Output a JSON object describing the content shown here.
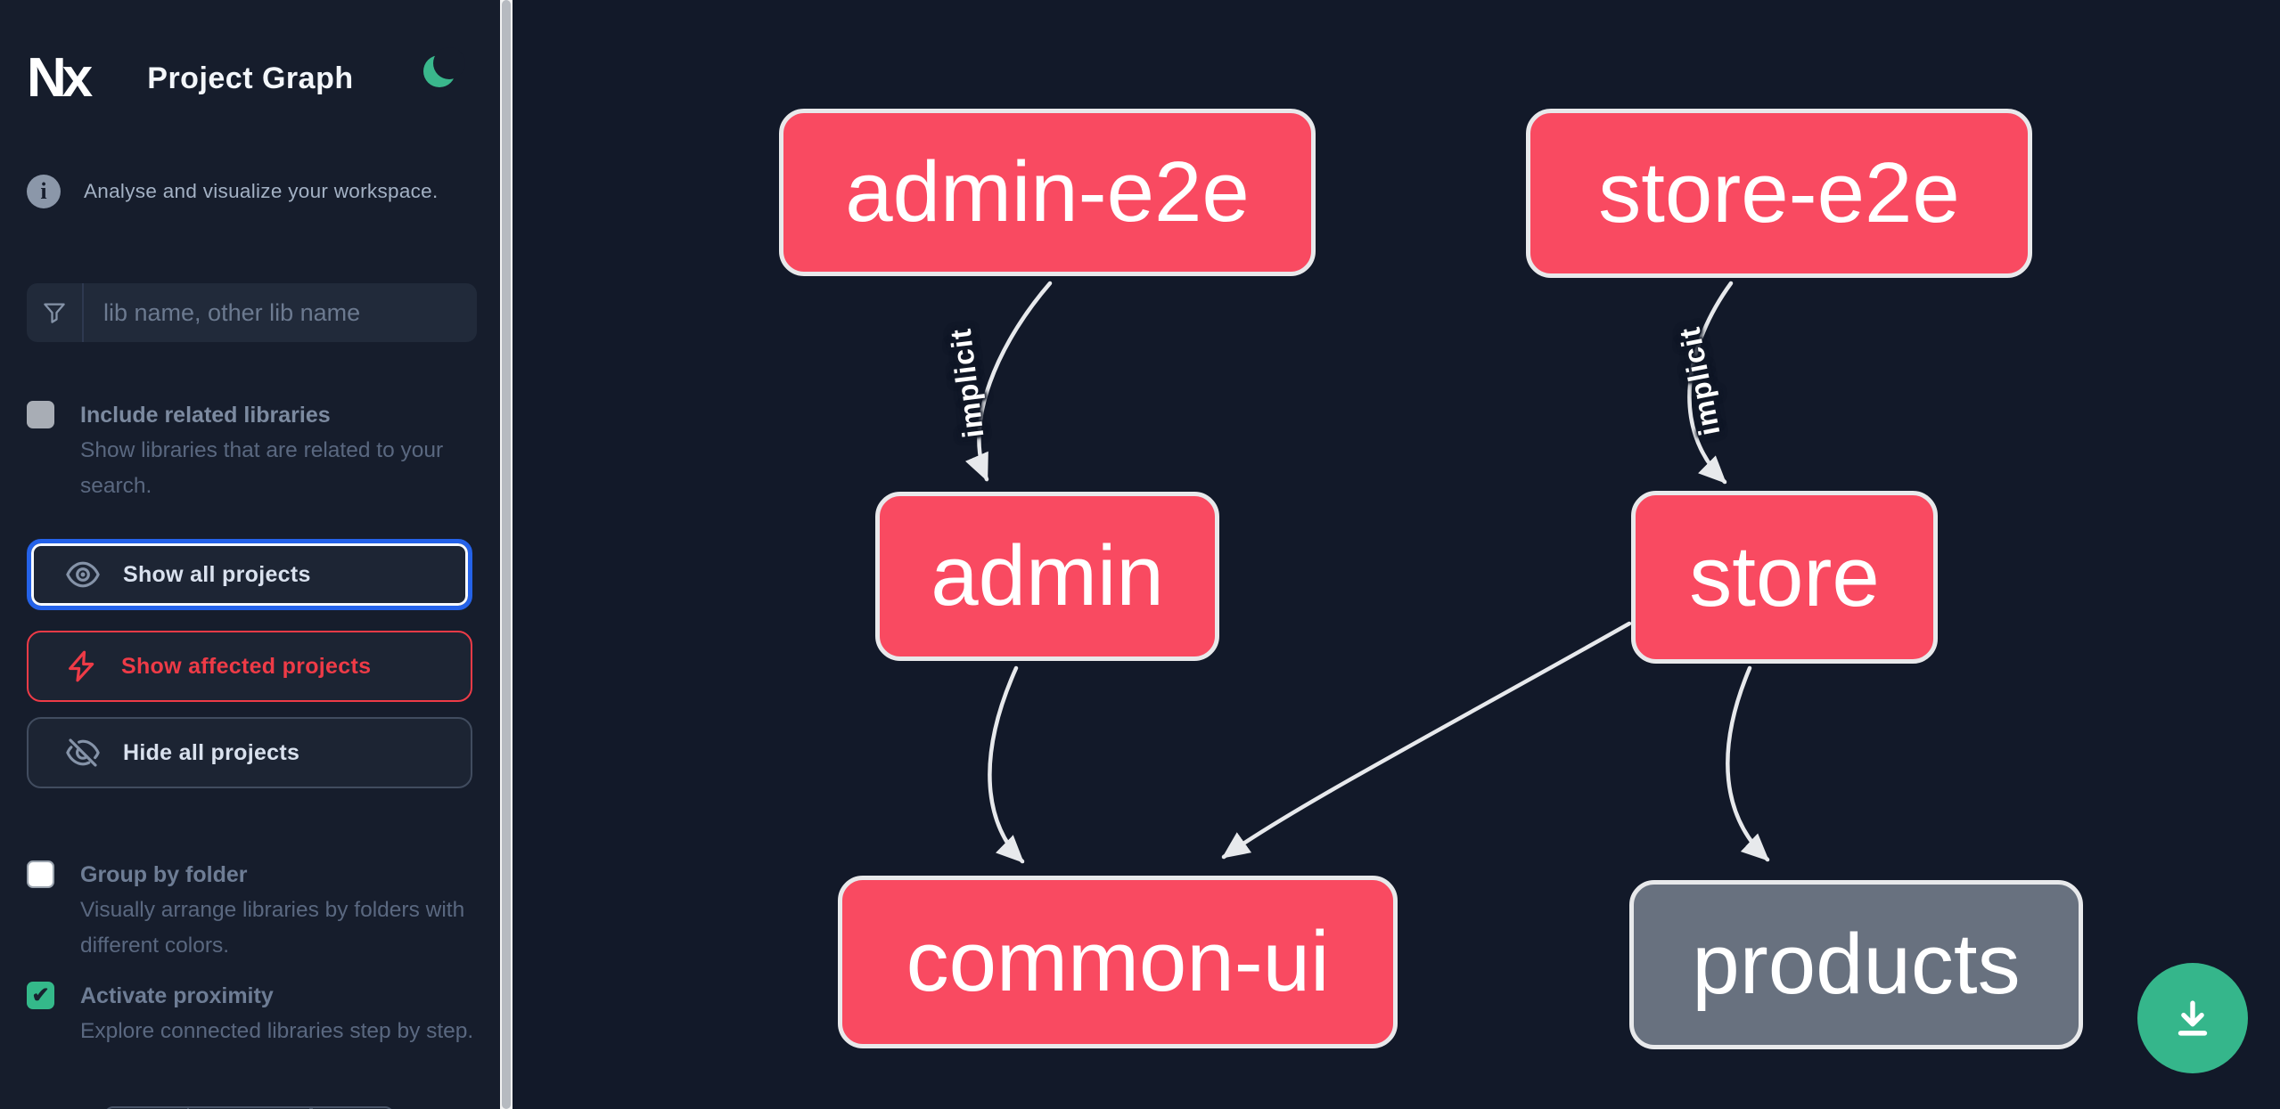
{
  "header": {
    "app_name": "Nx",
    "title": "Project Graph",
    "theme_toggle_icon": "moon-icon"
  },
  "sidebar": {
    "tagline": "Analyse and visualize your workspace.",
    "search": {
      "placeholder": "lib name, other lib name",
      "value": "",
      "icon": "funnel-icon"
    },
    "checkboxes": [
      {
        "label": "Include related libraries",
        "description": "Show libraries that are related to your search.",
        "checked": false,
        "disabled": true
      },
      {
        "label": "Group by folder",
        "description": "Visually arrange libraries by folders with different colors.",
        "checked": false
      },
      {
        "label": "Activate proximity",
        "description": "Explore connected libraries step by step.",
        "checked": true
      }
    ],
    "buttons": [
      {
        "label": "Show all projects",
        "icon": "eye-icon",
        "state": "focused"
      },
      {
        "label": "Show affected projects",
        "icon": "bolt-icon",
        "state": "affected"
      },
      {
        "label": "Hide all projects",
        "icon": "eye-off-icon",
        "state": "default"
      }
    ]
  },
  "graph": {
    "nodes": [
      {
        "id": "admin-e2e",
        "label": "admin-e2e",
        "type": "e2e-focused"
      },
      {
        "id": "store-e2e",
        "label": "store-e2e",
        "type": "e2e-focused"
      },
      {
        "id": "admin",
        "label": "admin",
        "type": "app-focused"
      },
      {
        "id": "store",
        "label": "store",
        "type": "app-focused"
      },
      {
        "id": "common-ui",
        "label": "common-ui",
        "type": "lib-focused"
      },
      {
        "id": "products",
        "label": "products",
        "type": "lib-unfocused"
      }
    ],
    "edges": [
      {
        "source": "admin-e2e",
        "target": "admin",
        "label": "implicit"
      },
      {
        "source": "store-e2e",
        "target": "store",
        "label": "implicit"
      },
      {
        "source": "admin",
        "target": "common-ui",
        "label": ""
      },
      {
        "source": "store",
        "target": "common-ui",
        "label": ""
      },
      {
        "source": "store",
        "target": "products",
        "label": ""
      }
    ]
  },
  "fab": {
    "icon": "download-icon"
  },
  "colors": {
    "canvas_bg": "#121929",
    "sidebar_bg": "#161d2c",
    "node_focused": "#f94a61",
    "node_unfocused": "#68717f",
    "node_border": "#e8e9eb",
    "edge": "#e7e9ec",
    "accent_blue": "#2462e9",
    "accent_red": "#ee3b47",
    "accent_green": "#34b98a",
    "fab_green": "#35b68b"
  }
}
